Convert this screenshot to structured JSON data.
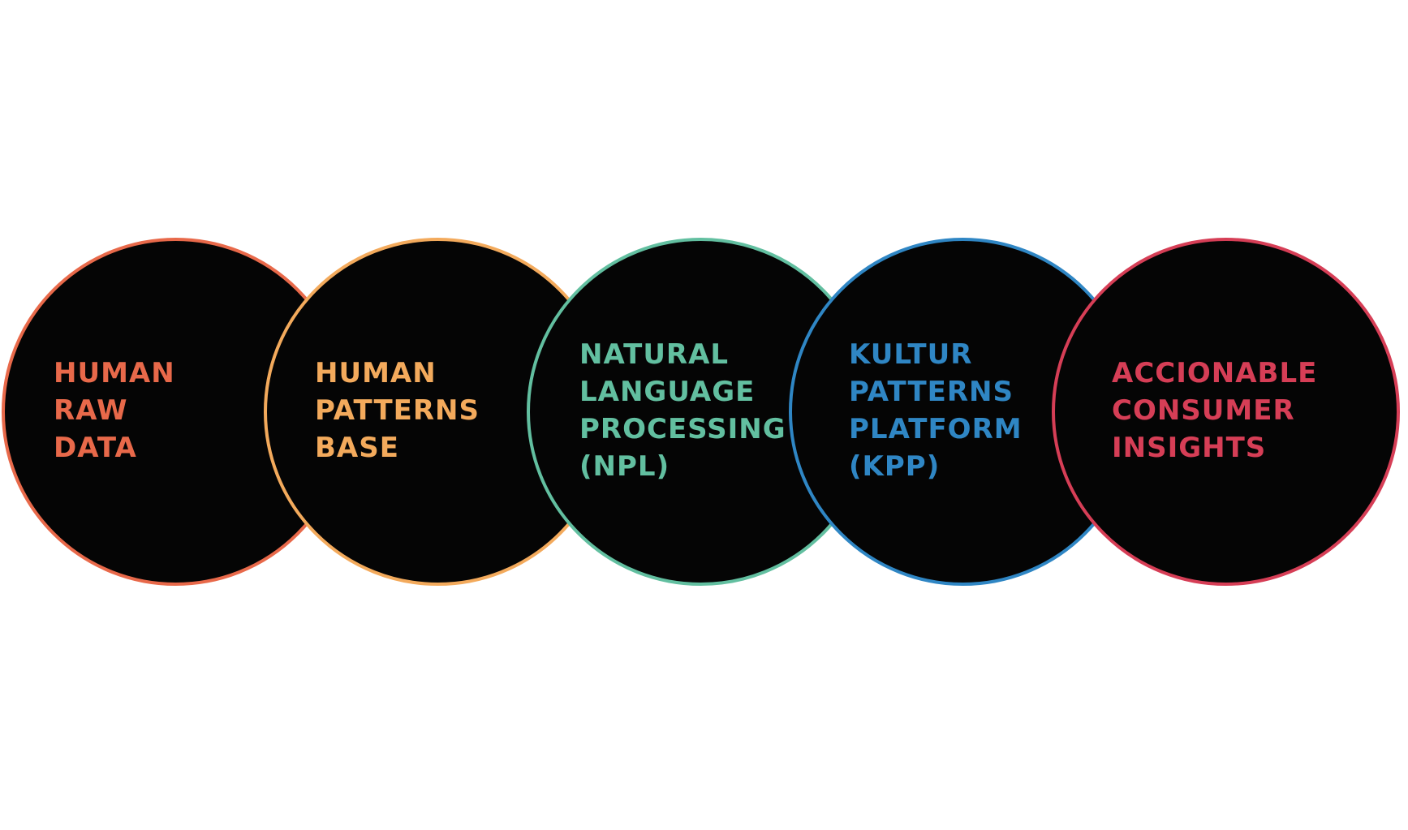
{
  "diagram": {
    "steps": [
      {
        "lines": [
          "HUMAN",
          "RAW",
          "DATA"
        ],
        "color": "#E8694A"
      },
      {
        "lines": [
          "HUMAN",
          "PATTERNS",
          "BASE"
        ],
        "color": "#F3AA5C"
      },
      {
        "lines": [
          "NATURAL",
          "LANGUAGE",
          "PROCESSING",
          "(NPL)"
        ],
        "color": "#62BFA0"
      },
      {
        "lines": [
          "KULTUR",
          "PATTERNS",
          "PLATFORM",
          "(KPP)"
        ],
        "color": "#2F86C4"
      },
      {
        "lines": [
          "ACCIONABLE",
          "CONSUMER",
          "INSIGHTS"
        ],
        "color": "#D63E56"
      }
    ]
  }
}
